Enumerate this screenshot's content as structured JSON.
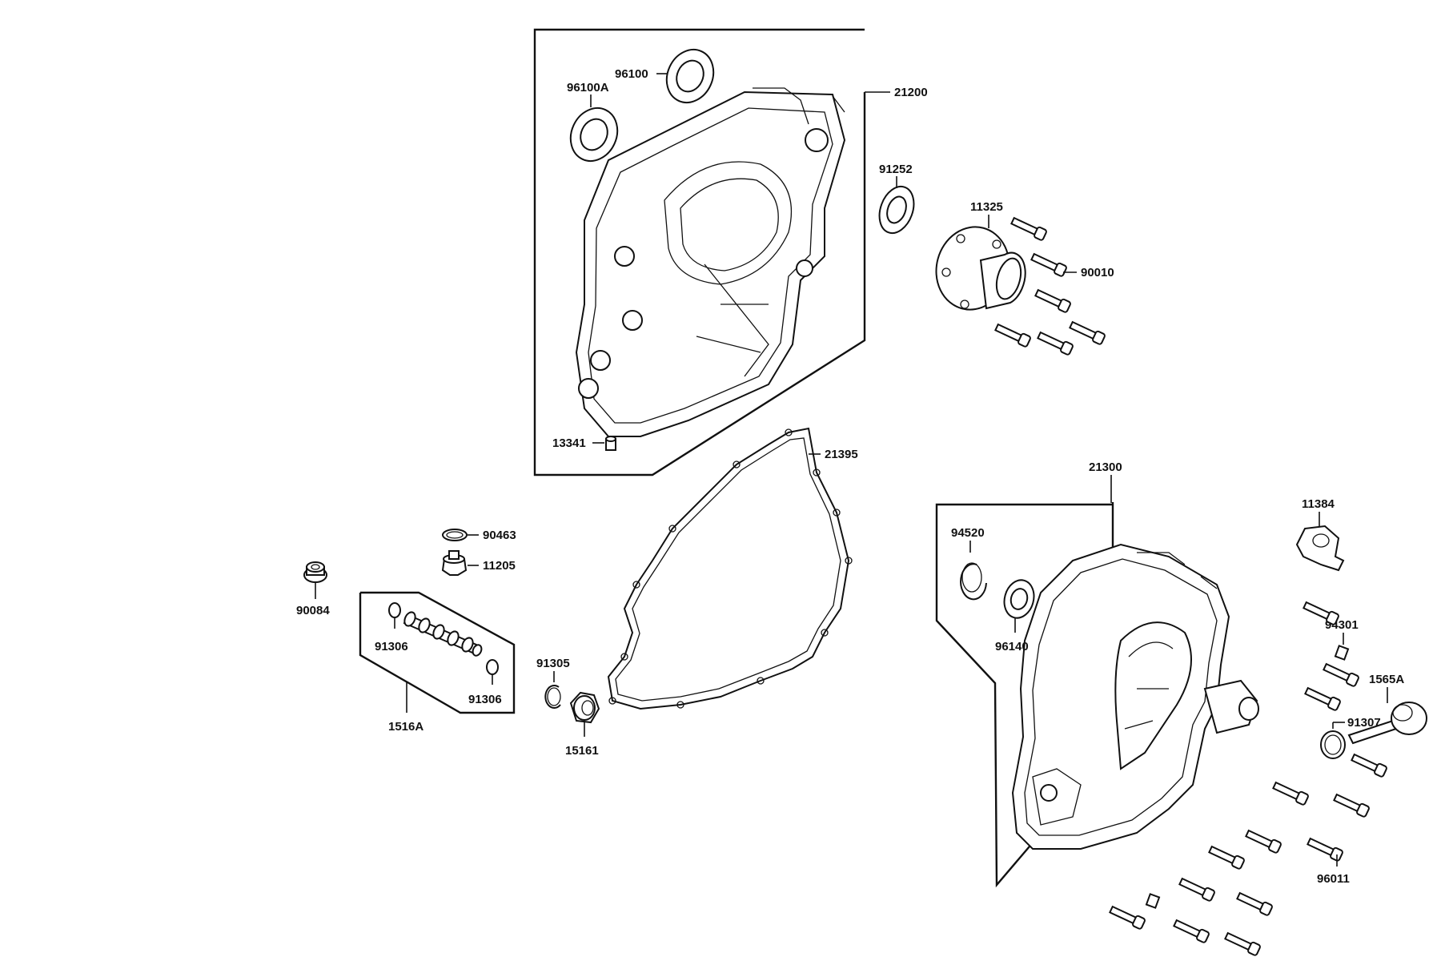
{
  "labels": {
    "p21200": "21200",
    "p96100": "96100",
    "p96100A": "96100A",
    "p91252": "91252",
    "p11325": "11325",
    "p90010": "90010",
    "p13341": "13341",
    "p21395": "21395",
    "p21300": "21300",
    "p11384": "11384",
    "p94520": "94520",
    "p96140": "96140",
    "p94301": "94301",
    "p1565A": "1565A",
    "p91307": "91307",
    "p96011": "96011",
    "p90463": "90463",
    "p11205": "11205",
    "p90084": "90084",
    "p91306a": "91306",
    "p91306b": "91306",
    "p1516A": "1516A",
    "p91305": "91305",
    "p15161": "15161"
  }
}
